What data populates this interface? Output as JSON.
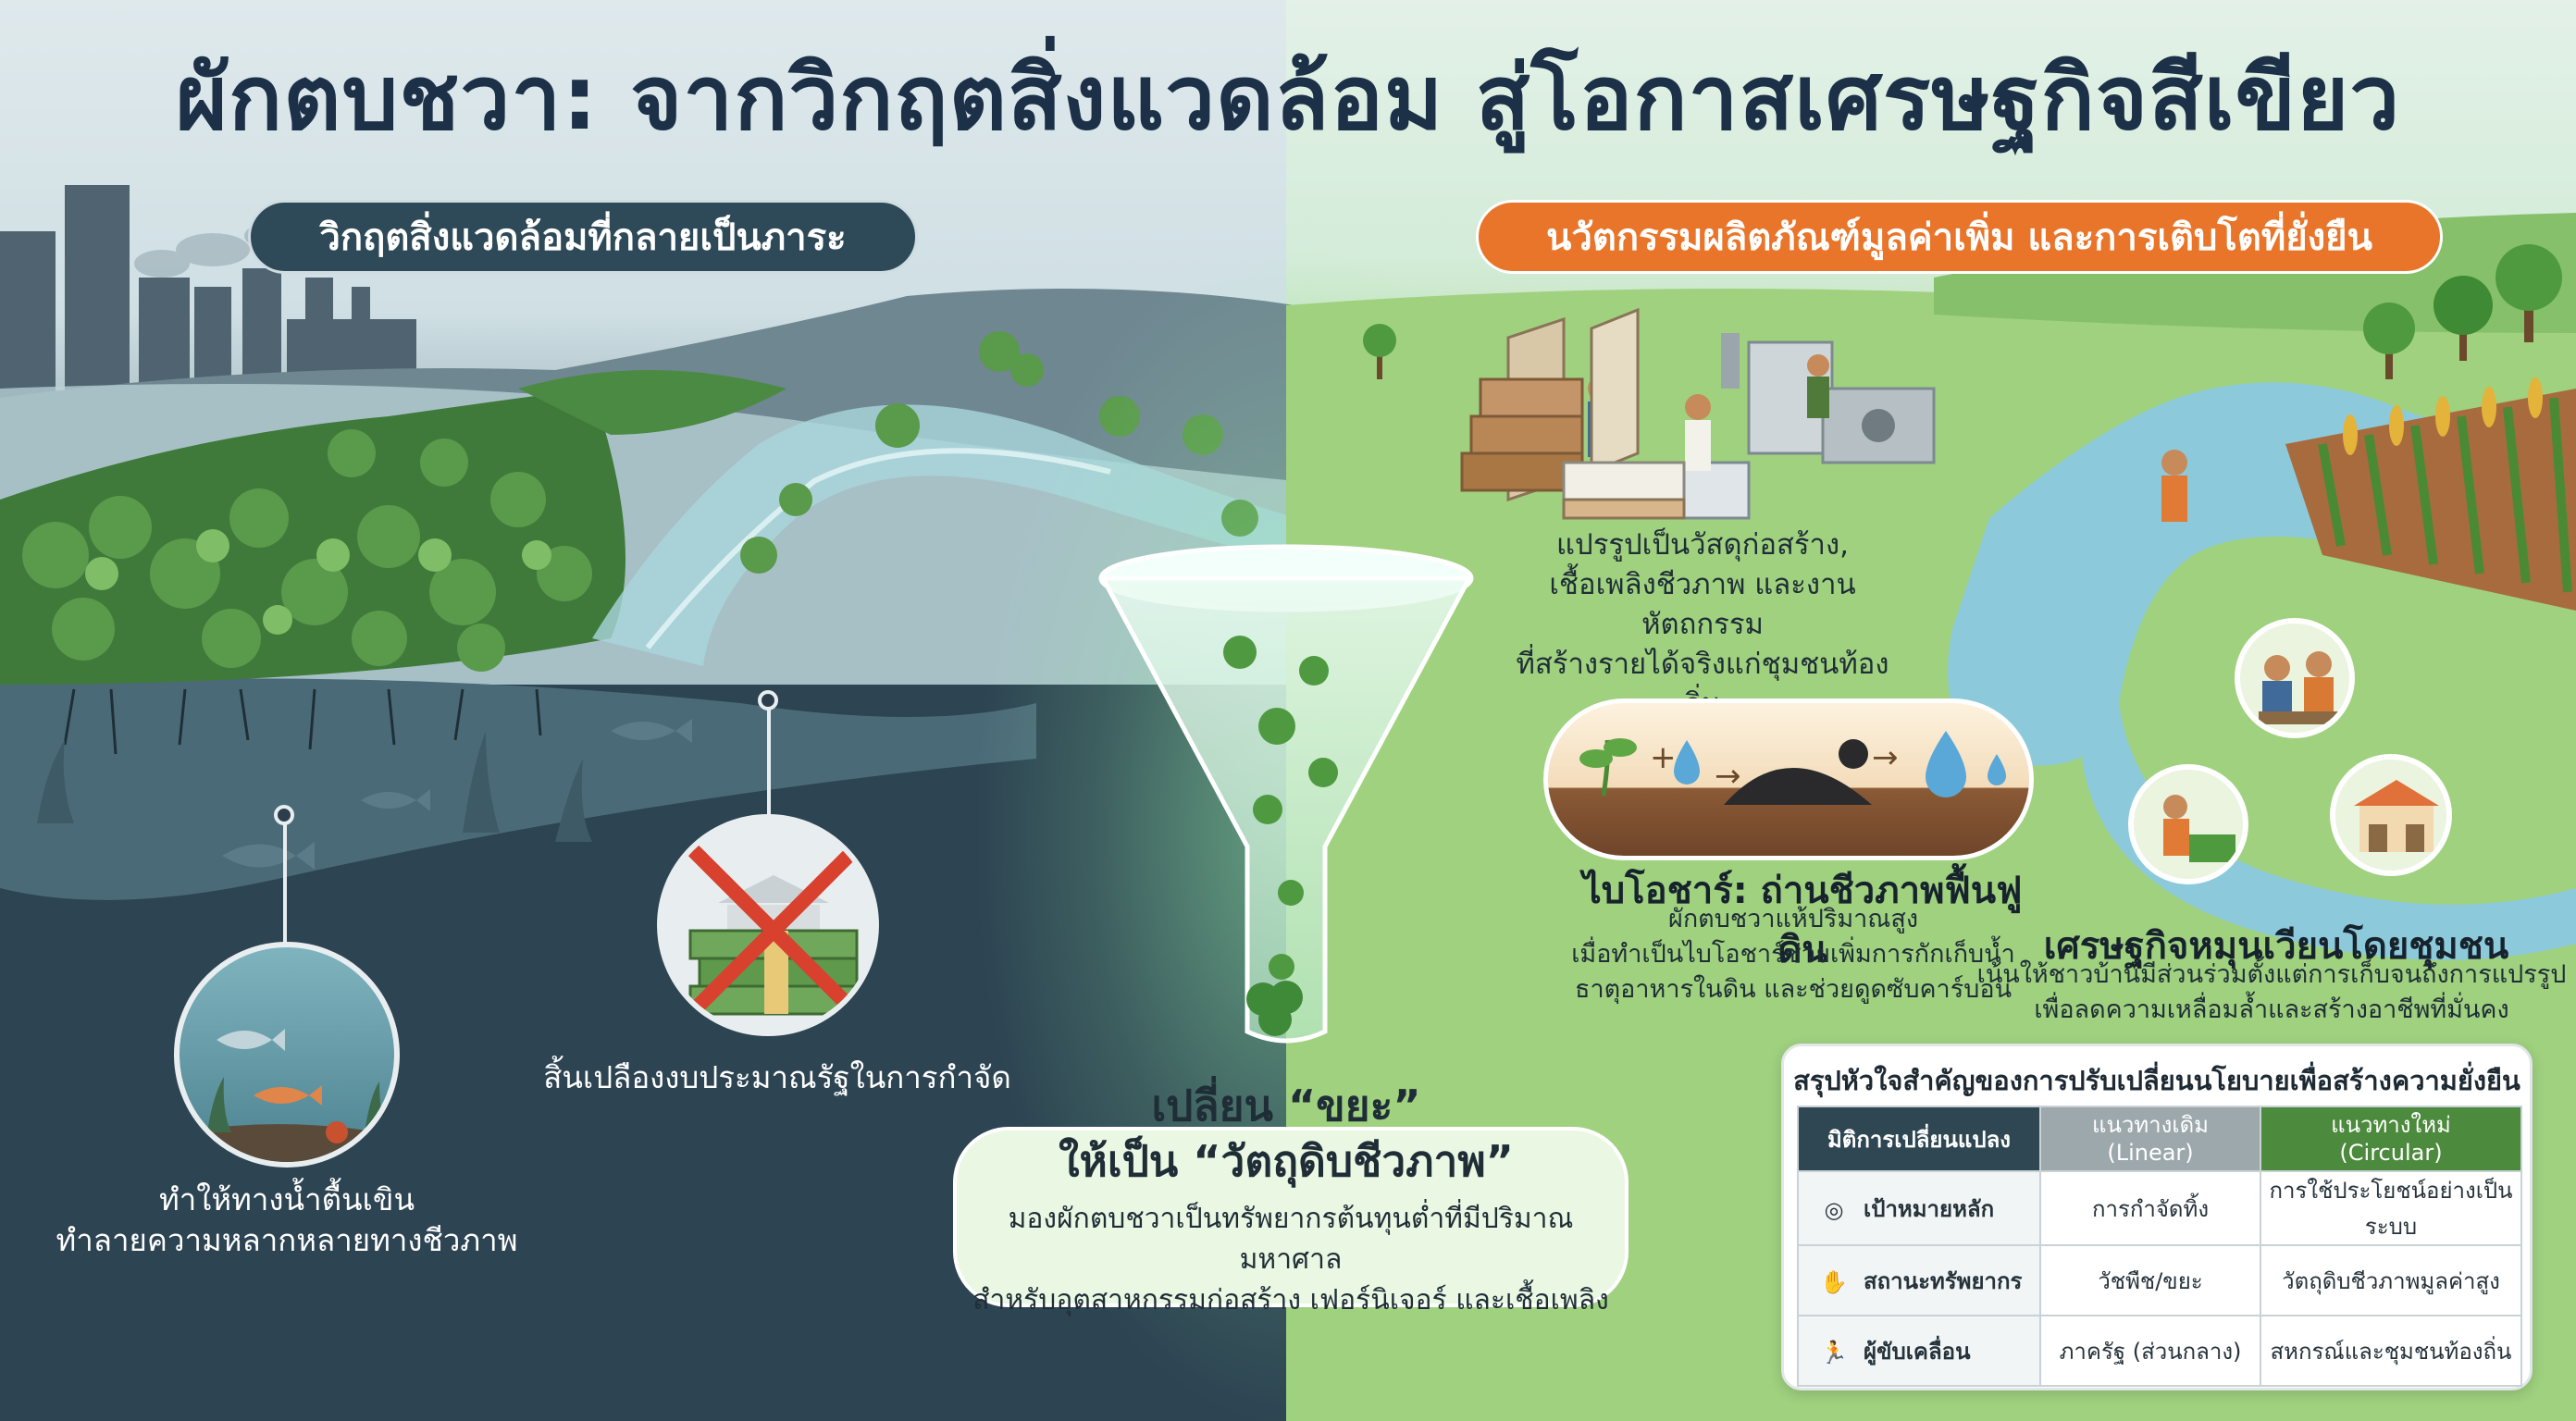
{
  "title": "ผักตบชวา: จากวิกฤตสิ่งแวดล้อม สู่โอกาสเศรษฐกิจสีเขียว",
  "left_section": {
    "heading": "วิกฤตสิ่งแวดล้อมที่กลายเป็นภาระ",
    "impact_water": {
      "line1": "ทำให้ทางน้ำตื้นเขิน",
      "line2": "ทำลายความหลากหลายทางชีวภาพ"
    },
    "impact_budget": "สิ้นเปลืองงบประมาณรัฐในการกำจัด"
  },
  "center": {
    "headline1": "เปลี่ยน “ขยะ”",
    "headline2": "ให้เป็น “วัตถุดิบชีวภาพ”",
    "body1": "มองผักตบชวาเป็นทรัพยากรต้นทุนต่ำที่มีปริมาณมหาศาล",
    "body2": "สำหรับอุตสาหกรรมก่อสร้าง เฟอร์นิเจอร์ และเชื้อเพลิง"
  },
  "right_section": {
    "heading": "นวัตกรรมผลิตภัณฑ์มูลค่าเพิ่ม และการเติบโตที่ยั่งยืน",
    "products": {
      "line1": "แปรรูปเป็นวัสดุก่อสร้าง,",
      "line2": "เชื้อเพลิงชีวภาพ และงานหัตถกรรม",
      "line3": "ที่สร้างรายได้จริงแก่ชุมชนท้องถิ่น"
    },
    "biochar": {
      "title": "ไบโอชาร์: ถ่านชีวภาพฟื้นฟูดิน",
      "line1": "ผักตบชวาแห้ปริมาณสูง",
      "line2": "เมื่อทำเป็นไบโอชาร์ช่วยเพิ่มการกักเก็บน้ำ",
      "line3": "ธาตุอาหารในดิน และช่วยดูดซับคาร์บอน"
    },
    "circular": {
      "title": "เศรษฐกิจหมุนเวียนโดยชุมชน",
      "line1": "เน้นให้ชาวบ้านมีส่วนร่วมตั้งแต่การเก็บจนถึงการแปรรูป",
      "line2": "เพื่อลดความเหลื่อมล้ำและสร้างอาชีพที่มั่นคง"
    }
  },
  "summary_table": {
    "title": "สรุปหัวใจสำคัญของการปรับเปลี่ยนนโยบายเพื่อสร้างความยั่งยืน",
    "headers": {
      "dimension": "มิติการเปลี่ยนแปลง",
      "old": "แนวทางเดิม",
      "old_sub": "(Linear)",
      "new": "แนวทางใหม่",
      "new_sub": "(Circular)"
    },
    "rows": [
      {
        "dimension": "เป้าหมายหลัก",
        "old": "การกำจัดทิ้ง",
        "new": "การใช้ประโยชน์อย่างเป็นระบบ",
        "icon": "target-icon"
      },
      {
        "dimension": "สถานะทรัพยากร",
        "old": "วัชพืช/ขยะ",
        "new": "วัตถุดิบชีวภาพมูลค่าสูง",
        "icon": "hand-plant-icon"
      },
      {
        "dimension": "ผู้ขับเคลื่อน",
        "old": "ภาครัฐ (ส่วนกลาง)",
        "new": "สหกรณ์และชุมชนท้องถิ่น",
        "icon": "runner-icon"
      }
    ]
  },
  "colors": {
    "title": "#1c3047",
    "left_pill": "#2e4a58",
    "right_pill": "#e8752a",
    "table_new": "#4c8a3d",
    "table_old": "#9da8ad",
    "table_dim": "#2f4753"
  }
}
